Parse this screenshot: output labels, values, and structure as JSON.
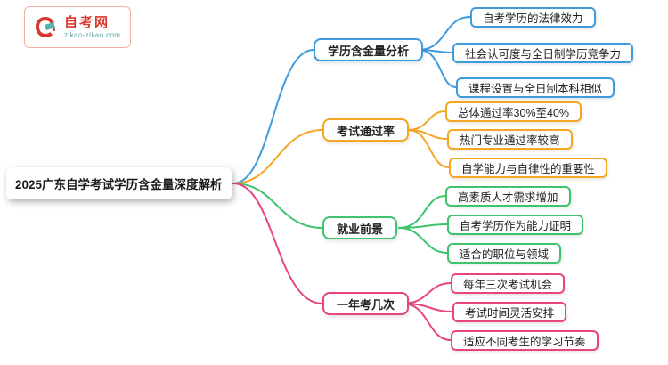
{
  "logo": {
    "title": "自考网",
    "subtitle": "zikao-zikao.com",
    "icon": "graduation-cap-icon",
    "brand_red": "#d9382e",
    "brand_teal": "#4fb3ac"
  },
  "root": {
    "label": "2025广东自学考试学历含金量深度解析"
  },
  "branches": [
    {
      "label": "学历含金量分析",
      "color": "#3e9bdd",
      "children": [
        "自考学历的法律效力",
        "社会认可度与全日制学历竞争力",
        "课程设置与全日制本科相似"
      ]
    },
    {
      "label": "考试通过率",
      "color": "#f5a623",
      "children": [
        "总体通过率30%至40%",
        "热门专业通过率较高",
        "自学能力与自律性的重要性"
      ]
    },
    {
      "label": "就业前景",
      "color": "#3ec46d",
      "children": [
        "高素质人才需求增加",
        "自考学历作为能力证明",
        "适合的职位与领域"
      ]
    },
    {
      "label": "一年考几次",
      "color": "#e8447f",
      "children": [
        "每年三次考试机会",
        "考试时间灵活安排",
        "适应不同考生的学习节奏"
      ]
    }
  ]
}
